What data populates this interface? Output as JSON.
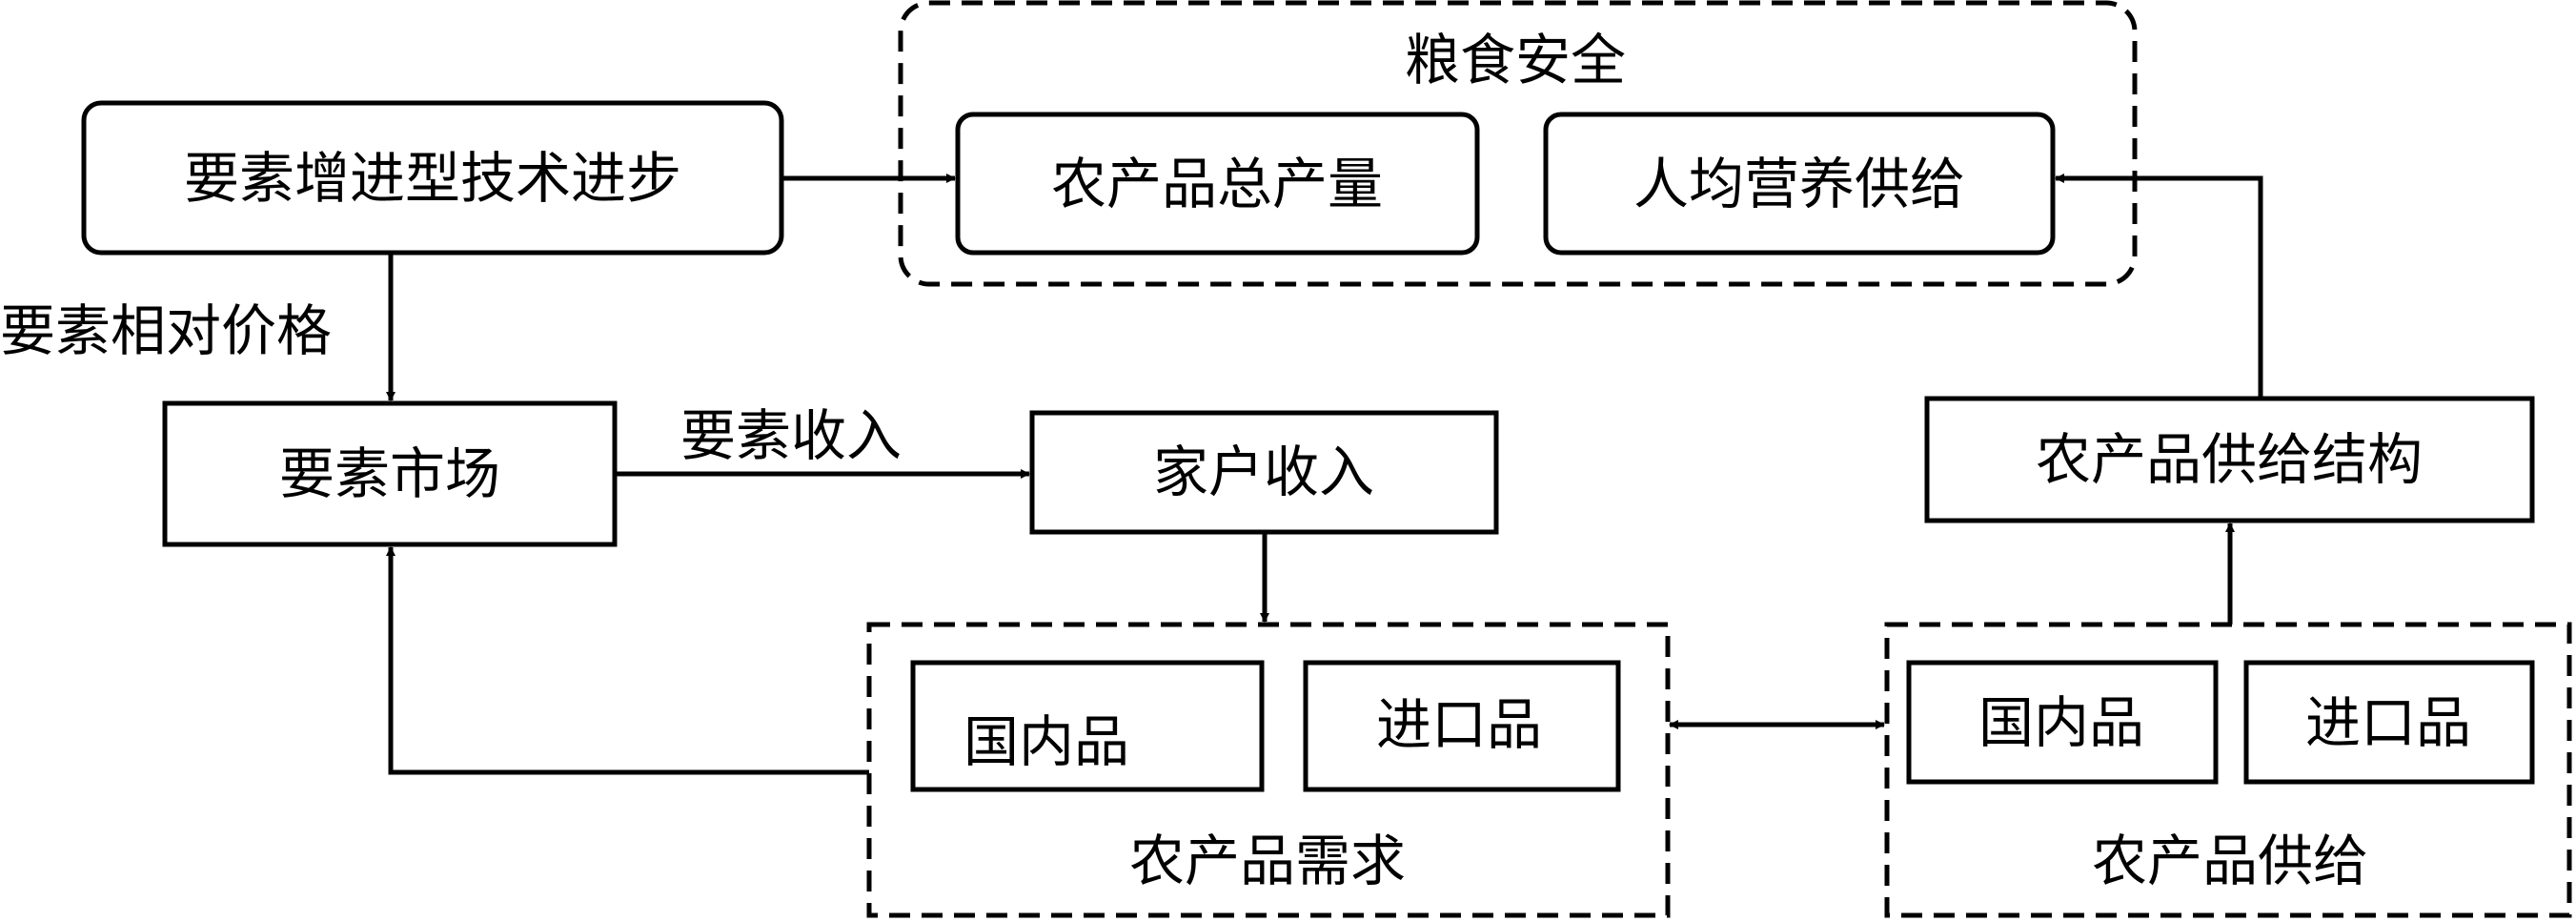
{
  "nodes": {
    "food_security": "粮食安全",
    "total_output": "农产品总产量",
    "per_capita_nutrition": "人均营养供给",
    "tech_progress": "要素增进型技术进步",
    "factor_market": "要素市场",
    "household_income": "家户收入",
    "supply_structure": "农产品供给结构",
    "demand_group": "农产品需求",
    "demand_domestic": "国内品",
    "demand_import": "进口品",
    "supply_group": "农产品供给",
    "supply_domestic": "国内品",
    "supply_import": "进口品"
  },
  "edges": {
    "relative_price": "要素相对价格",
    "factor_income": "要素收入"
  }
}
